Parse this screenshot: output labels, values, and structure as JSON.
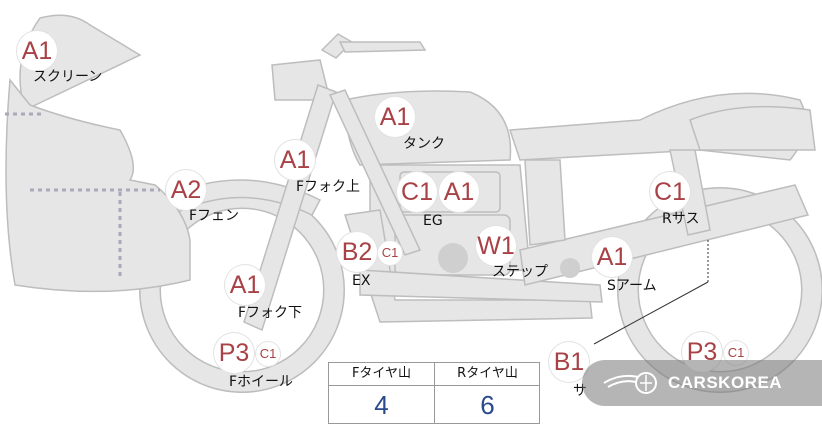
{
  "grades": {
    "screen": "A1",
    "tank": "A1",
    "front_fork_upper": "A1",
    "front_fender": "A2",
    "engine_1": "C1",
    "engine_2": "A1",
    "exhaust_1": "B2",
    "exhaust_2": "C1",
    "step": "W1",
    "rear_suspension": "C1",
    "swing_arm": "A1",
    "front_fork_lower": "A1",
    "front_wheel_1": "P3",
    "front_wheel_2": "C1",
    "side_1": "B1",
    "rear_wheel_1": "P3",
    "rear_wheel_2": "C1"
  },
  "labels": {
    "screen": "スクリーン",
    "tank": "タンク",
    "front_fork_upper": "Fフォク上",
    "front_fender": "Fフェン",
    "engine": "EG",
    "exhaust": "EX",
    "step": "ステップ",
    "rear_suspension": "Rサス",
    "swing_arm": "Sアーム",
    "front_fork_lower": "Fフォク下",
    "front_wheel": "Fホイール",
    "side": "サ"
  },
  "tire_table": {
    "front_header": "Fタイヤ山",
    "rear_header": "Rタイヤ山",
    "front_value": "4",
    "rear_value": "6"
  },
  "watermark": {
    "brand": "CARSKOREA"
  },
  "colors": {
    "body": "#e6e6e6",
    "outline": "#bdbdbd",
    "grade": "#a84246",
    "value": "#2a4a8c"
  }
}
